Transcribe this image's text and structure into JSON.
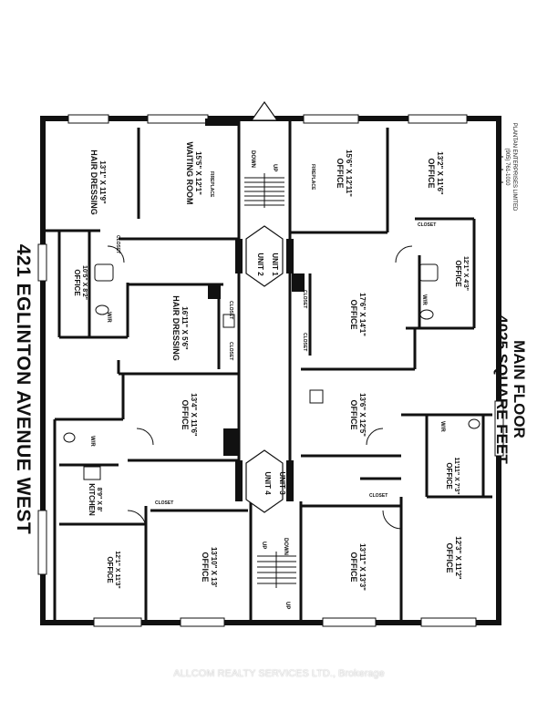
{
  "address": "421 EGLINTON AVENUE WEST",
  "floor": {
    "name": "MAIN FLOOR",
    "area": "4025 SQUARE FEET"
  },
  "drafter": {
    "company": "PLANTAN ENTERPRISES LIMITED",
    "phone": "(905) 761-1010"
  },
  "watermark": "ALLCOM REALTY SERVICES LTD., Brokerage",
  "rooms": [
    {
      "id": "hair1",
      "name": "HAIR DRESSING",
      "dims": "13'1\" X 11'9\""
    },
    {
      "id": "waiting",
      "name": "WAITING ROOM",
      "dims": "15'5\" X 12'1\""
    },
    {
      "id": "office_ne",
      "name": "OFFICE",
      "dims": "15'6\" X 12'11\""
    },
    {
      "id": "office_ne2",
      "name": "OFFICE",
      "dims": "13'2\" X 11'6\""
    },
    {
      "id": "office_w1",
      "name": "OFFICE",
      "dims": "10'5\" X 8'2\""
    },
    {
      "id": "hair2",
      "name": "HAIR DRESSING",
      "dims": "16'11\" X 5'6\""
    },
    {
      "id": "office_c1",
      "name": "OFFICE",
      "dims": "17'6\" X 14'1\""
    },
    {
      "id": "office_e1",
      "name": "OFFICE",
      "dims": "12'1\" X 4'3\""
    },
    {
      "id": "office_w2",
      "name": "OFFICE",
      "dims": "13'4\" X 11'6\""
    },
    {
      "id": "office_c2",
      "name": "OFFICE",
      "dims": "13'6\" X 12'5\""
    },
    {
      "id": "kitchen",
      "name": "KITCHEN",
      "dims": "8'9\" X 8'"
    },
    {
      "id": "office_e2",
      "name": "OFFICE",
      "dims": "11'11\" X 7'3\""
    },
    {
      "id": "office_sw1",
      "name": "OFFICE",
      "dims": "12'1\" X 11'3\""
    },
    {
      "id": "office_sw2",
      "name": "OFFICE",
      "dims": "13'10\" X 13'"
    },
    {
      "id": "office_se1",
      "name": "OFFICE",
      "dims": "13'11\" X 13'3\""
    },
    {
      "id": "office_se2",
      "name": "OFFICE",
      "dims": "12'3\" X 11'2\""
    }
  ],
  "units": [
    "UNIT 2",
    "UNIT 1",
    "UNIT 4",
    "UNIT 3"
  ],
  "labels": {
    "closet": "CLOSET",
    "wr": "W/R",
    "fireplace": "FIREPLACE",
    "up": "UP",
    "down": "DOWN"
  }
}
